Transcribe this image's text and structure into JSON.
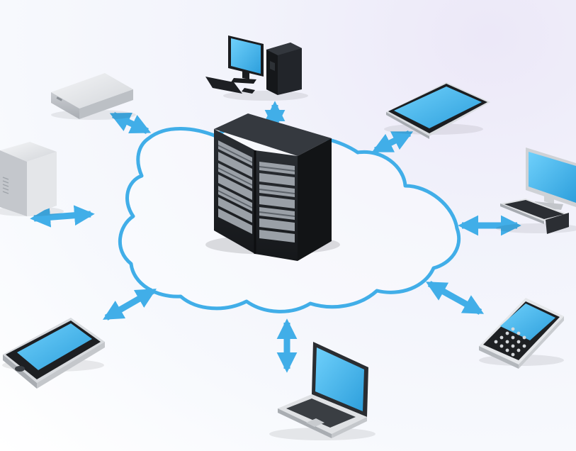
{
  "scene": {
    "subject": "cloud-network",
    "devices": [
      {
        "name": "cloud-server-rack",
        "kind": "server-rack"
      },
      {
        "name": "desktop-computer",
        "kind": "desktop"
      },
      {
        "name": "tablet",
        "kind": "tablet"
      },
      {
        "name": "monitor-keyboard",
        "kind": "desktop"
      },
      {
        "name": "qwerty-phone",
        "kind": "phone"
      },
      {
        "name": "laptop",
        "kind": "laptop"
      },
      {
        "name": "touch-phone",
        "kind": "phone"
      },
      {
        "name": "tower-server",
        "kind": "server"
      },
      {
        "name": "network-appliance",
        "kind": "server"
      }
    ]
  },
  "colors": {
    "accent": "#41aee8",
    "screen": "#3eb1ec",
    "rack": "#1f2226",
    "device_silver": "#dde0e4",
    "background": "#f6f8fd"
  }
}
